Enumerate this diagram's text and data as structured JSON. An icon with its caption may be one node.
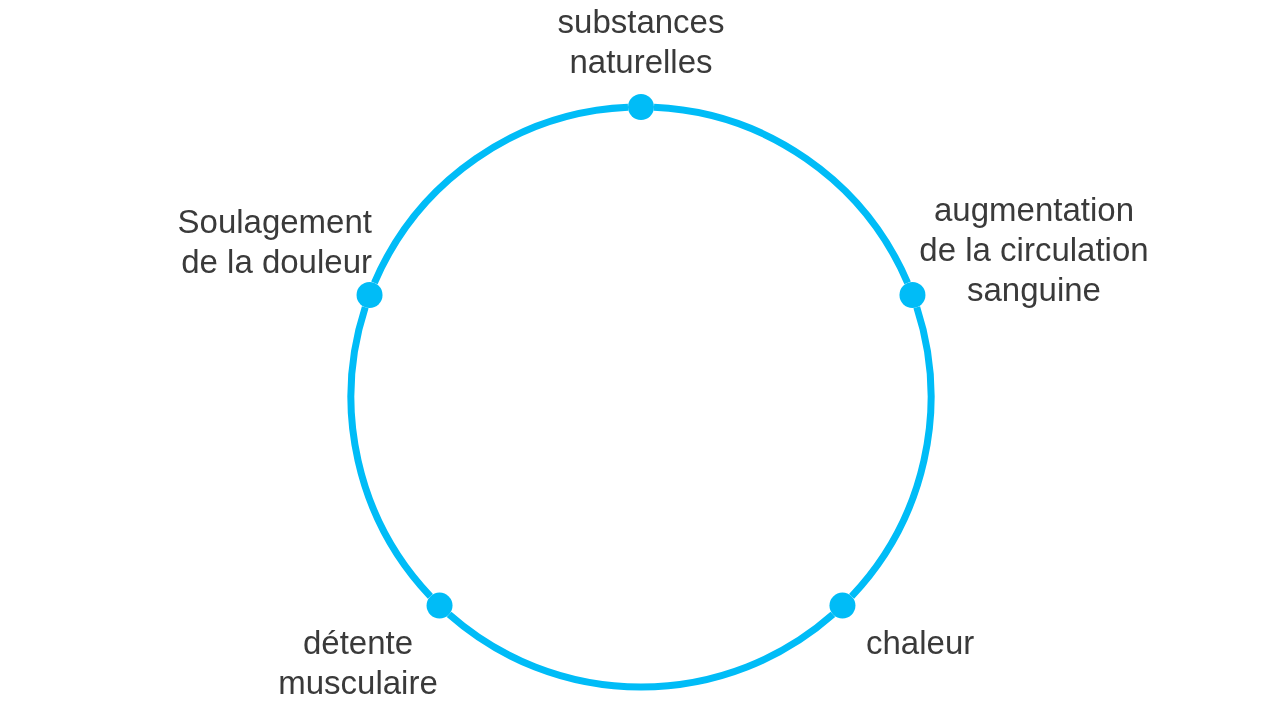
{
  "diagram": {
    "nodes": [
      {
        "text": [],
        "shape": "circle",
        "beside": [
          "substances naturelles"
        ]
      },
      {
        "text": [],
        "shape": "circle",
        "beside": [
          "augmentation de la circulation sanguine"
        ]
      },
      {
        "text": [],
        "shape": "circle",
        "beside": [
          "chaleur"
        ]
      },
      {
        "text": [],
        "shape": "circle",
        "beside": [
          "détente musculaire"
        ]
      },
      {
        "text": [],
        "shape": "circle",
        "beside": [
          "Soulagement de la douleur"
        ]
      }
    ],
    "edges": [
      {
        "from": 0,
        "to": 1,
        "arrow": "none"
      },
      {
        "from": 1,
        "to": 2,
        "arrow": "none"
      },
      {
        "from": 2,
        "to": 3,
        "arrow": "none"
      },
      {
        "from": 3,
        "to": 4,
        "arrow": "none"
      },
      {
        "from": 4,
        "to": 0,
        "arrow": "none"
      }
    ]
  }
}
